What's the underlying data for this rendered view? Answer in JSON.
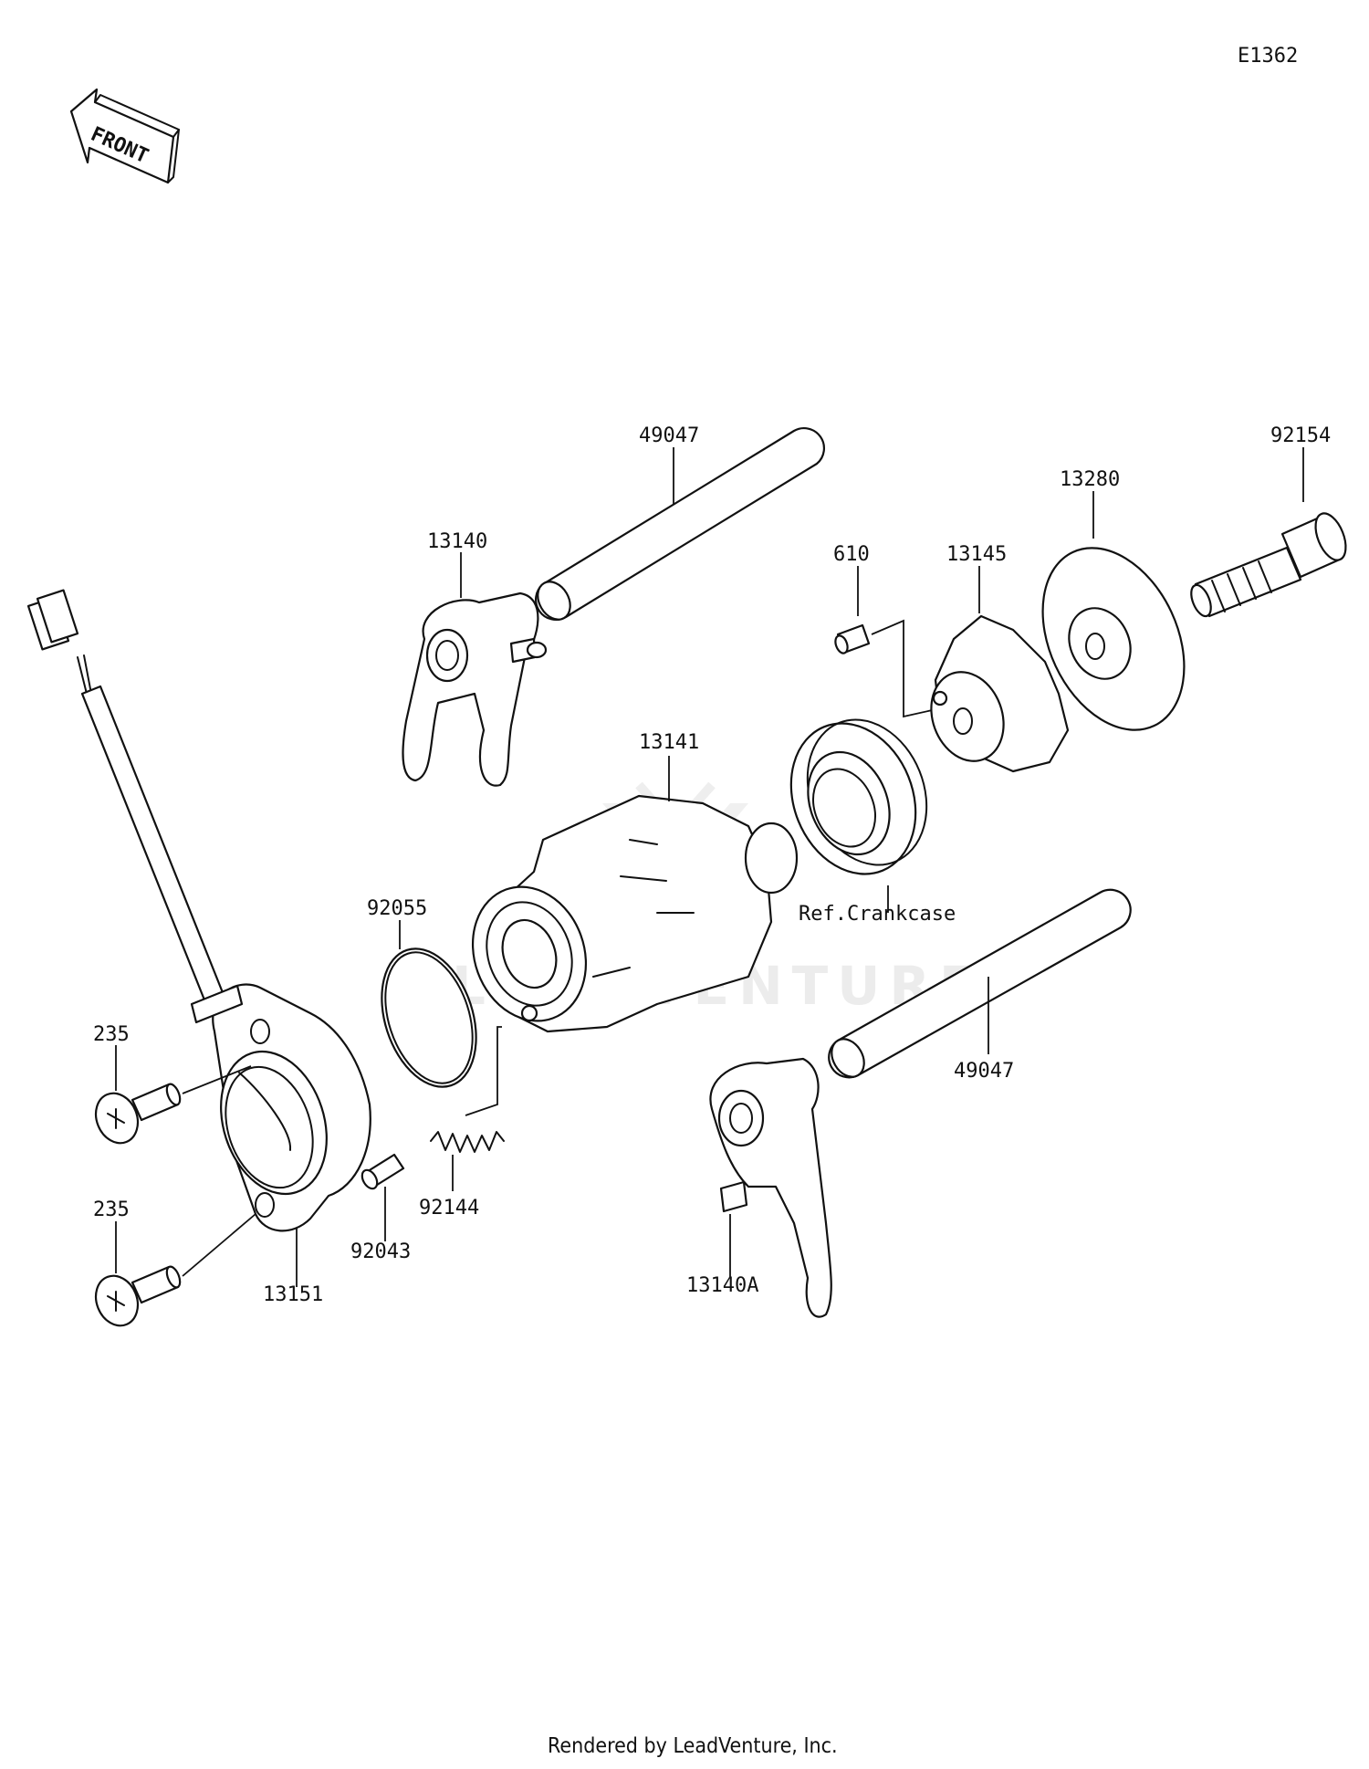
{
  "diagram_code": "E1362",
  "front_label": "FRONT",
  "watermark": "LEADVENTURE",
  "footer": "Rendered by LeadVenture, Inc.",
  "labels": {
    "shift_rod_upper": "49047",
    "shift_rod_lower": "49047",
    "shift_fork_upper": "13140",
    "shift_fork_lower": "13140A",
    "shift_drum": "13141",
    "shift_drum_cam": "13145",
    "pin": "610",
    "holder_plate": "13280",
    "bolt_top": "92154",
    "ring": "92055",
    "bearing_ref": "Ref.Crankcase",
    "switch": "13151",
    "screw_upper": "235",
    "screw_lower": "235",
    "pin_92043": "92043",
    "spring": "92144"
  }
}
